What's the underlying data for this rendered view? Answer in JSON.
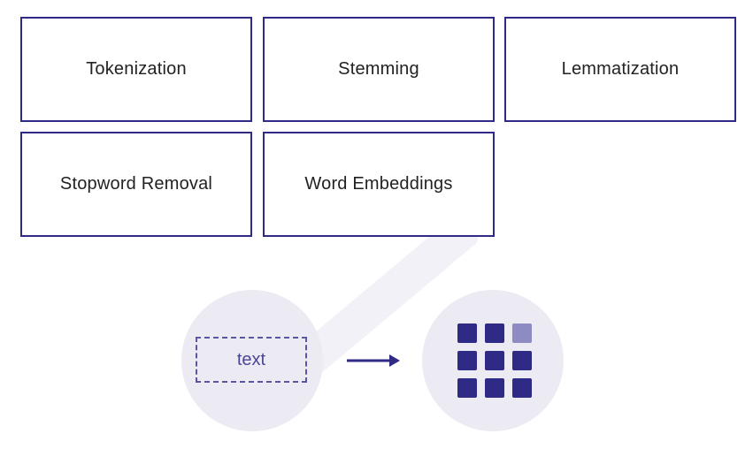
{
  "steps": [
    {
      "label": "Tokenization"
    },
    {
      "label": "Stemming"
    },
    {
      "label": "Lemmatization"
    },
    {
      "label": "Stopword Removal"
    },
    {
      "label": "Word Embeddings"
    }
  ],
  "illustration": {
    "input_label": "text",
    "arrow_icon": "arrow-right-icon",
    "output_icon": "vector-grid-icon"
  },
  "colors": {
    "border": "#2e2a86",
    "accent": "#2e2a86",
    "accent_light": "#8e8bc2",
    "circle_bg": "#eceaf3"
  }
}
